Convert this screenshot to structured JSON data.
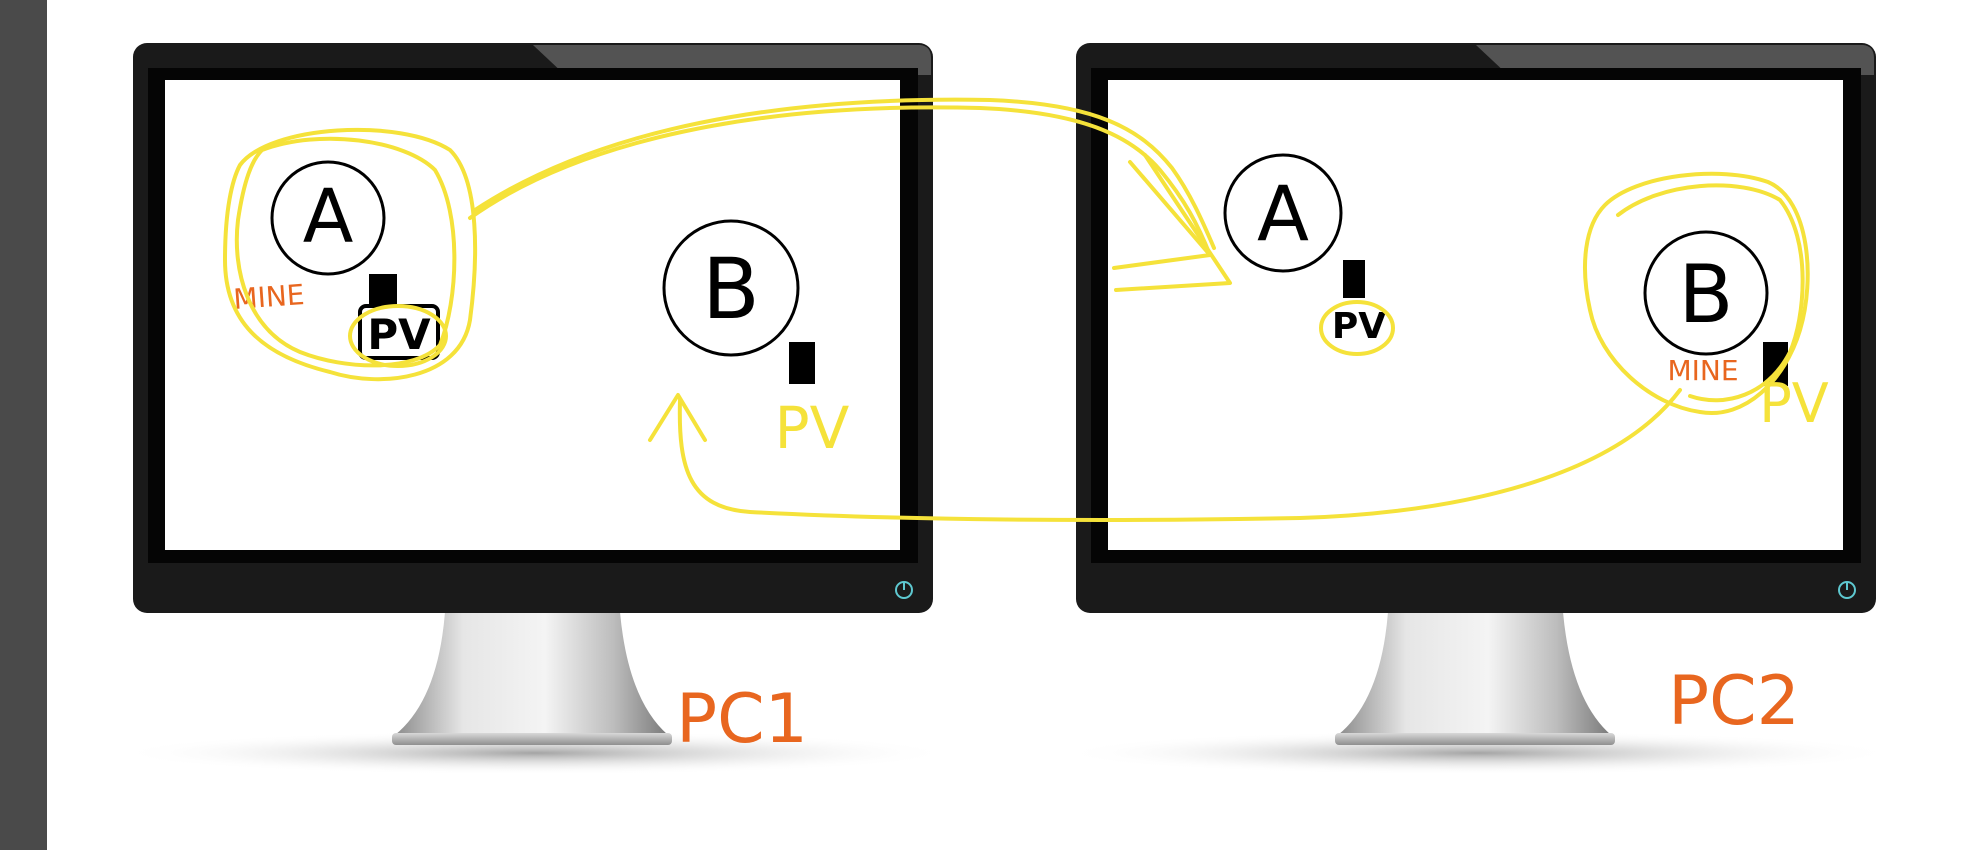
{
  "colors": {
    "highlight": "#f5e23a",
    "annotation": "#e8661f",
    "ink": "#000000",
    "bezel": "#1a1a1a",
    "screen": "#ffffff",
    "power": "#5ec8d0",
    "sidebar": "#4a4a4a"
  },
  "computers": [
    {
      "label": "PC1",
      "nodes": [
        {
          "letter": "A",
          "tag": "MINE",
          "pv": "PV",
          "pv_circled": true
        },
        {
          "letter": "B",
          "tag": "",
          "pv": "PV",
          "pv_circled": false
        }
      ]
    },
    {
      "label": "PC2",
      "nodes": [
        {
          "letter": "A",
          "tag": "",
          "pv": "PV",
          "pv_circled": true
        },
        {
          "letter": "B",
          "tag": "MINE",
          "pv": "PV",
          "pv_circled": false
        }
      ]
    }
  ]
}
